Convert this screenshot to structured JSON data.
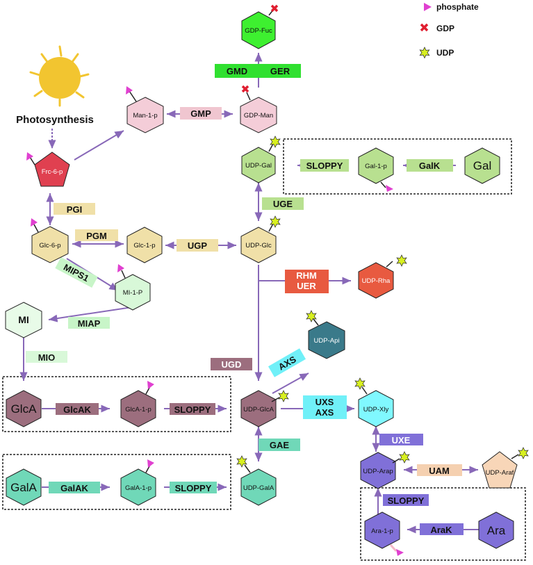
{
  "legend": {
    "phosphate": "phosphate",
    "gdp": "GDP",
    "udp": "UDP"
  },
  "photosynthesis": "Photosynthesis",
  "colors": {
    "arrow": "#8868b8",
    "phosphate": "#e040d0",
    "gdp": "#e01e30",
    "udp": "#d8f020",
    "sun": "#f2c530",
    "sun_ray": "#f2c530"
  },
  "nodes": {
    "gdp_fuc": "GDP-Fuc",
    "man1p": "Man-1-p",
    "gdp_man": "GDP-Man",
    "frc6p": "Frc-6-p",
    "udp_gal": "UDP-Gal",
    "gal1p": "Gal-1-p",
    "gal": "Gal",
    "glc6p": "Glc-6-p",
    "glc1p": "Glc-1-p",
    "udp_glc": "UDP-Glc",
    "mi1p": "MI-1-P",
    "mi": "MI",
    "udp_rha": "UDP-Rha",
    "udp_api": "UDP-Api",
    "glca": "GlcA",
    "glca1p": "GlcA-1-p",
    "udp_glca": "UDP-GlcA",
    "udp_xly": "UDP-Xly",
    "udp_arap": "UDP-Arap",
    "udp_araf": "UDP-Araf",
    "gala": "GalA",
    "gala1p": "GalA-1-p",
    "udp_gala": "UDP-GalA",
    "ara1p": "Ara-1-p",
    "ara": "Ara"
  },
  "enzymes": {
    "gmd": "GMD",
    "ger": "GER",
    "gmp": "GMP",
    "sloppy_gal": "SLOPPY",
    "galk": "GalK",
    "uge": "UGE",
    "pgi": "PGI",
    "pgm": "PGM",
    "ugp": "UGP",
    "mips1": "MIPS1",
    "miap": "MIAP",
    "rhm": "RHM",
    "uer": "UER",
    "mio": "MIO",
    "ugd": "UGD",
    "axs": "AXS",
    "glcak": "GlcAK",
    "sloppy_glca": "SLOPPY",
    "uxs": "UXS",
    "axs2": "AXS",
    "gae": "GAE",
    "uxe": "UXE",
    "galak": "GalAK",
    "sloppy_gala": "SLOPPY",
    "uam": "UAM",
    "sloppy_ara": "SLOPPY",
    "arak": "AraK"
  }
}
